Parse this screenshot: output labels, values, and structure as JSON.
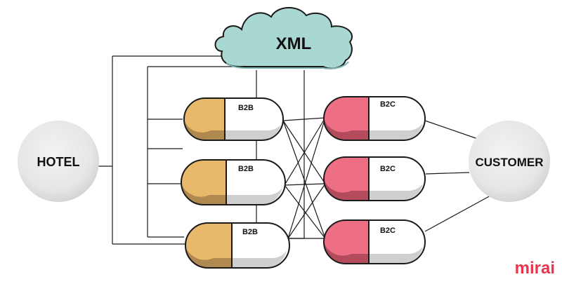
{
  "cloud": {
    "label": "XML"
  },
  "hotel": {
    "label": "HOTEL"
  },
  "customer": {
    "label": "CUSTOMER"
  },
  "b2b": [
    {
      "label": "B2B"
    },
    {
      "label": "B2B"
    },
    {
      "label": "B2B"
    }
  ],
  "b2c": [
    {
      "label": "B2C"
    },
    {
      "label": "B2C"
    },
    {
      "label": "B2C"
    }
  ],
  "brand": {
    "label": "mirai"
  },
  "colors": {
    "b2b_fill": "#e8b96a",
    "b2b_shadow": "#b08950",
    "b2c_fill": "#ee6e83",
    "b2c_shadow": "#b44b5d",
    "cloud_fill": "#a9d8d2",
    "circle_fill": "#ececec",
    "brand": "#e8364e"
  }
}
